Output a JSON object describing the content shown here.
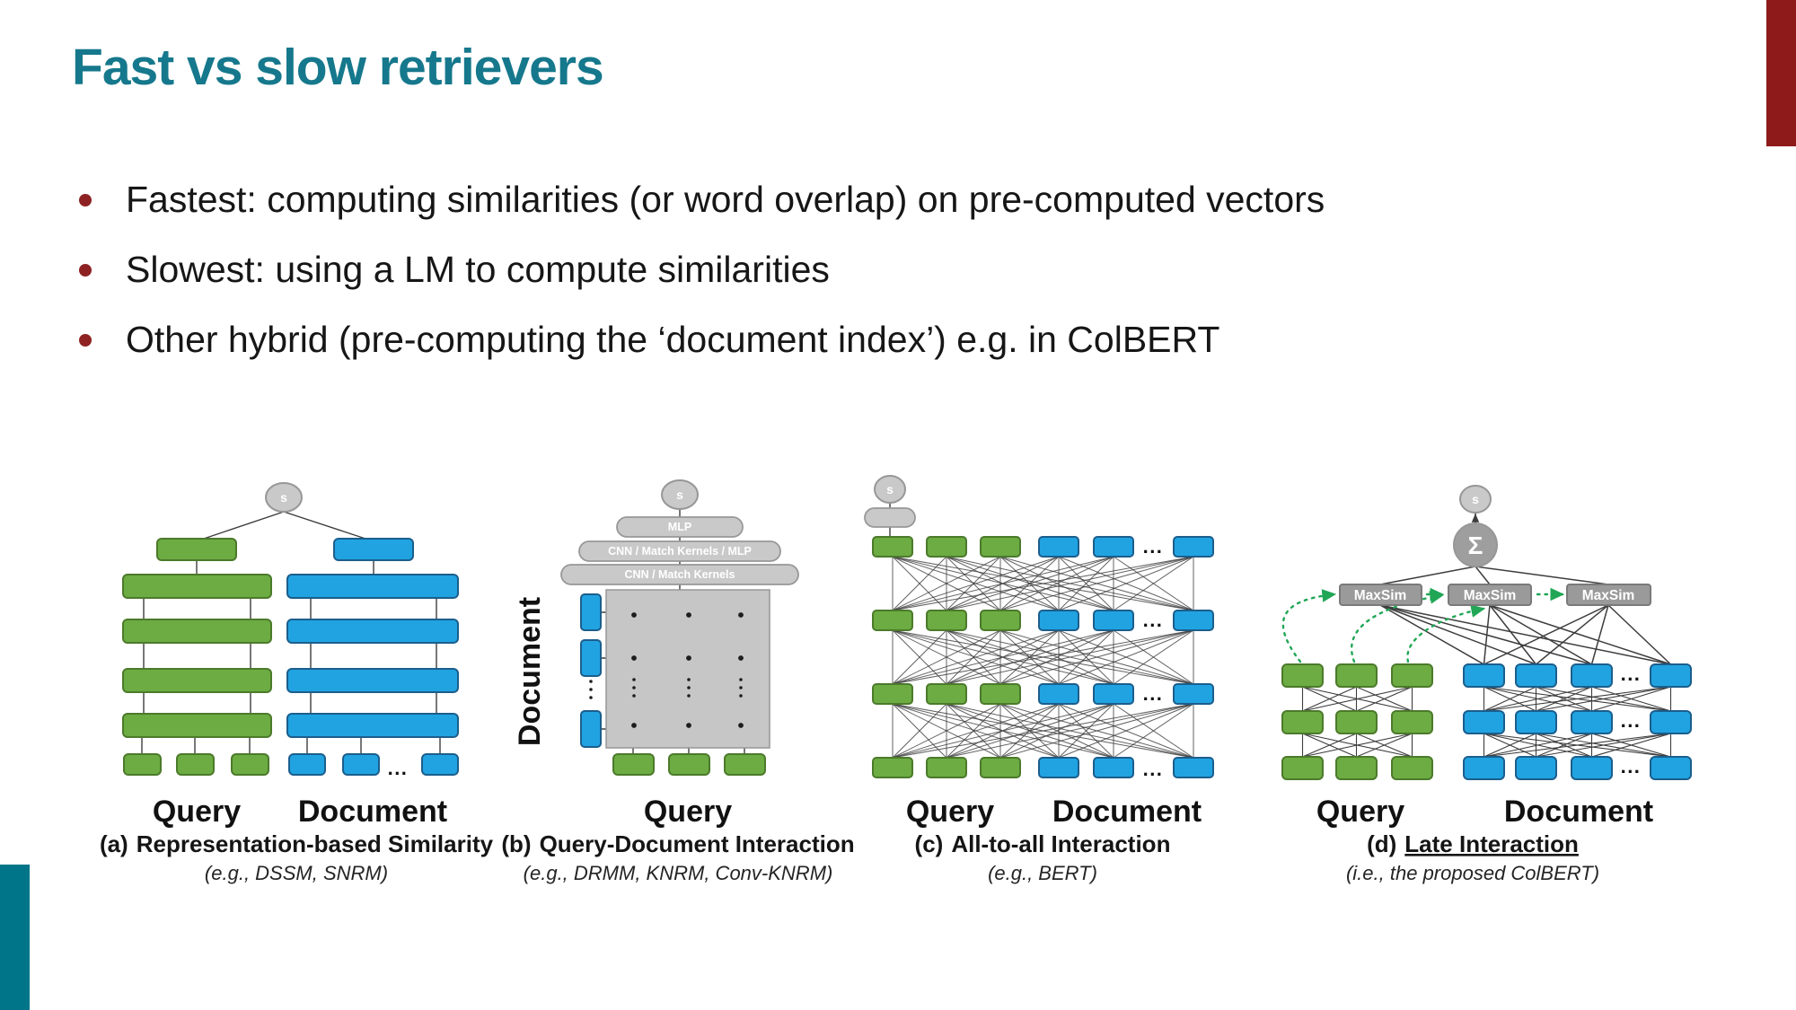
{
  "slide": {
    "title": "Fast vs slow retrievers",
    "bullets": [
      "Fastest: computing similarities (or word overlap) on pre-computed vectors",
      "Slowest: using a LM to compute similarities",
      "Other hybrid (pre-computing the ‘document index’) e.g. in ColBERT"
    ]
  },
  "accents": {
    "top_right_color": "#8e1a1a",
    "bottom_left_color": "#00758a",
    "title_color": "#16788c",
    "bullet_dot_color": "#8e2222"
  },
  "figure": {
    "ellipsis": "...",
    "colors": {
      "green": "#6cac43",
      "green_border": "#4c7a2b",
      "blue": "#21a3e1",
      "blue_border": "#1b5e8c",
      "gray": "#c9c9c9",
      "gray_border": "#979797",
      "matrix": "#c6c6c6",
      "maxsim": "#9a9a9a",
      "maxsim_border": "#7a7a7a",
      "sigma": "#9e9e9e",
      "line": "#3d3d3d",
      "dotted_green": "#21a656"
    },
    "panels": [
      {
        "label": "(a)",
        "caption": "Representation-based Similarity",
        "subcaption": "(e.g., DSSM, SNRM)",
        "query_label": "Query",
        "document_label": "Document",
        "score_label": "s"
      },
      {
        "label": "(b)",
        "caption": "Query-Document Interaction",
        "subcaption": "(e.g., DRMM, KNRM, Conv-KNRM)",
        "query_label": "Query",
        "document_side_label": "Document",
        "score_label": "s",
        "pill_labels": [
          "MLP",
          "CNN / Match Kernels / MLP",
          "CNN / Match Kernels"
        ]
      },
      {
        "label": "(c)",
        "caption": "All-to-all Interaction",
        "subcaption": "(e.g., BERT)",
        "query_label": "Query",
        "document_label": "Document",
        "score_label": "s"
      },
      {
        "label": "(d)",
        "caption": "Late Interaction",
        "subcaption": "(i.e., the proposed ColBERT)",
        "query_label": "Query",
        "document_label": "Document",
        "score_label": "s",
        "sum_label": "Σ",
        "maxsim_labels": [
          "MaxSim",
          "MaxSim",
          "MaxSim"
        ]
      }
    ]
  }
}
